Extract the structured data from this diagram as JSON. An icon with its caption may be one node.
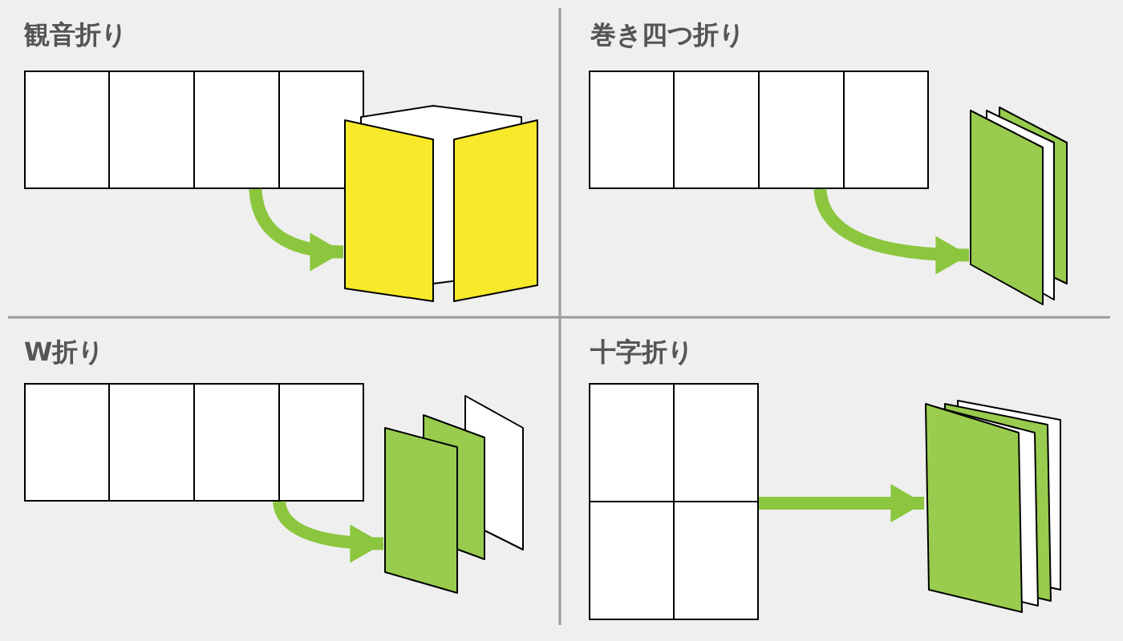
{
  "diagram": {
    "nodes": [
      {
        "text": [],
        "shape": "box"
      },
      {
        "text": [],
        "shape": "box"
      },
      {
        "text": [],
        "shape": "box"
      },
      {
        "text": [],
        "shape": "box"
      },
      {
        "text": [],
        "shape": "box"
      },
      {
        "text": [],
        "shape": "box"
      },
      {
        "text": [],
        "shape": "box"
      },
      {
        "text": [],
        "shape": "box"
      }
    ],
    "edges": [
      {
        "from": 0,
        "to": 1,
        "arrow": "to"
      },
      {
        "from": 2,
        "to": 3,
        "arrow": "to"
      },
      {
        "from": 4,
        "to": 5,
        "arrow": "to"
      },
      {
        "from": 6,
        "to": 7,
        "arrow": "to"
      }
    ],
    "labels": [
      "観音折り",
      "巻き四つ折り",
      "W折り",
      "十字折り"
    ]
  }
}
